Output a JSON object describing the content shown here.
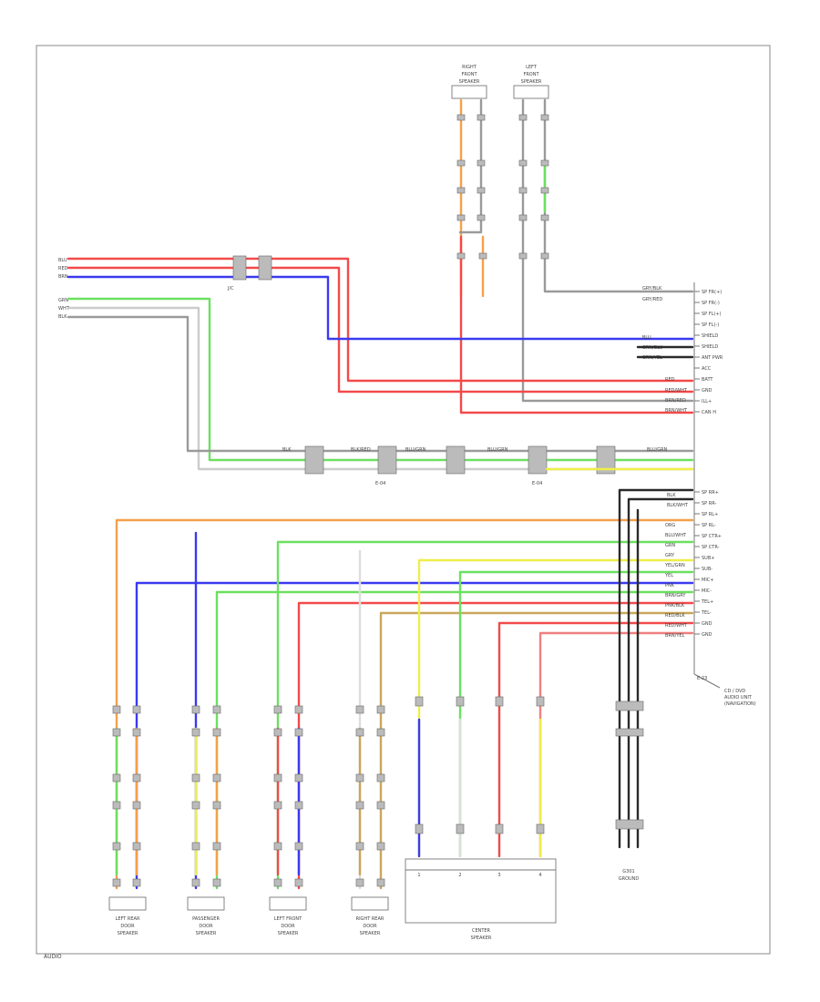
{
  "page": {
    "corner_code": "AUDIO"
  },
  "top_speakers": [
    {
      "id": "right-door-speaker",
      "label_lines": [
        "RIGHT",
        "FRONT",
        "SPEAKER"
      ]
    },
    {
      "id": "left-door-speaker",
      "label_lines": [
        "LEFT",
        "FRONT",
        "SPEAKER"
      ]
    }
  ],
  "bottom_speakers": [
    {
      "id": "left-rear-speaker",
      "label_lines": [
        "LEFT REAR",
        "DOOR",
        "SPEAKER"
      ]
    },
    {
      "id": "passenger-speaker",
      "label_lines": [
        "PASSENGER",
        "DOOR",
        "SPEAKER"
      ]
    },
    {
      "id": "left-mid-speaker",
      "label_lines": [
        "LEFT FRONT",
        "DOOR",
        "SPEAKER"
      ]
    },
    {
      "id": "right-rear-speaker",
      "label_lines": [
        "RIGHT REAR",
        "DOOR",
        "SPEAKER"
      ]
    }
  ],
  "center_speaker": {
    "label_lines": [
      "CENTER",
      "SPEAKER"
    ]
  },
  "ground": {
    "label_lines": [
      "G301",
      "GROUND"
    ]
  },
  "module": {
    "label_lines": [
      "CD / DVD",
      "AUDIO UNIT",
      "(NAVIGATION)"
    ],
    "bottom_code": "E-23"
  },
  "left_inputs": {
    "red_group": [
      "BLU",
      "RED",
      "BRN"
    ],
    "green_group": [
      "GRN",
      "WHT",
      "BLK"
    ],
    "red_splice": "J/C"
  },
  "splice_row": {
    "labels": [
      "BLK",
      "BLK/RED",
      "BLU/GRN",
      "BLU/GRN",
      "BLU/GRN"
    ],
    "sub": [
      "E-04",
      "E-04"
    ]
  },
  "module_pins_upper": [
    "SP FR(+)",
    "SP FR(-)",
    "SP FL(+)",
    "SP FL(-)",
    "SHIELD",
    "SHIELD",
    "ANT PWR",
    "ACC",
    "BATT",
    "GND",
    "ILL+",
    "CAN H"
  ],
  "module_pins_lower": [
    "SP RR+",
    "SP RR-",
    "SP RL+",
    "SP RL-",
    "SP CTR+",
    "SP CTR-",
    "SUB+",
    "SUB-",
    "MIC+",
    "MIC-",
    "TEL+",
    "TEL-",
    "GND",
    "GND"
  ],
  "center_pins": [
    "1",
    "2",
    "3",
    "4"
  ],
  "wire_labels": {
    "upper_block": [
      "GRY/BLK",
      "GRY/RED",
      "BLU",
      "GRN/BLU",
      "GRN/YEL",
      "RED",
      "RED/WHT",
      "BRN/RED",
      "BRN/WHT"
    ],
    "lower_block": [
      "ORG",
      "BLU/WHT",
      "GRN",
      "GRY",
      "YEL/GRN",
      "YEL",
      "PNK",
      "BRN/GRY",
      "PNK/BLK",
      "RED/BLK",
      "RED/WHT",
      "BRN/YEL"
    ],
    "ground_block": [
      "BLK",
      "BLK/WHT"
    ]
  },
  "colors": {
    "red": "#f24a4a",
    "blue": "#3a3af0",
    "green": "#6be060",
    "orange": "#f5a04a",
    "yellow": "#eeee4a",
    "gray": "#9a9a9a",
    "tan": "#c9a75a",
    "black": "#2a2a2a",
    "pink": "#f08080"
  }
}
